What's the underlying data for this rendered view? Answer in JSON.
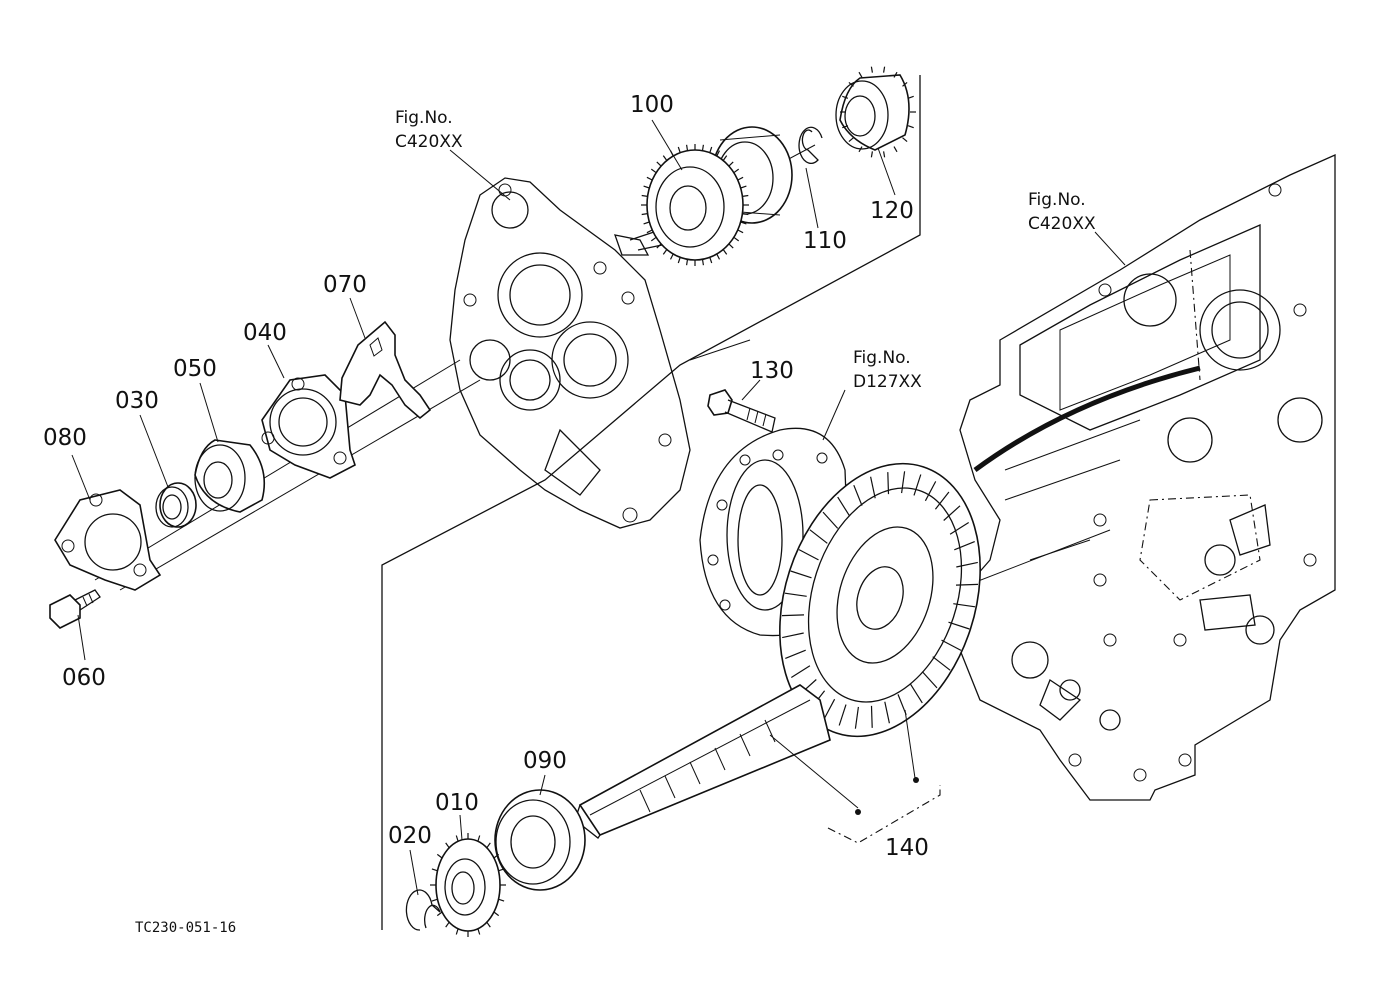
{
  "parts": {
    "p010": "010",
    "p020": "020",
    "p030": "030",
    "p040": "040",
    "p050": "050",
    "p060": "060",
    "p070": "070",
    "p080": "080",
    "p090": "090",
    "p100": "100",
    "p110": "110",
    "p120": "120",
    "p130": "130",
    "p140": "140"
  },
  "references": {
    "ref1_line1": "Fig.No.",
    "ref1_line2": "C420XX",
    "ref2_line1": "Fig.No.",
    "ref2_line2": "C420XX",
    "ref3_line1": "Fig.No.",
    "ref3_line2": "D127XX"
  },
  "drawing_code": "TC230-051-16"
}
